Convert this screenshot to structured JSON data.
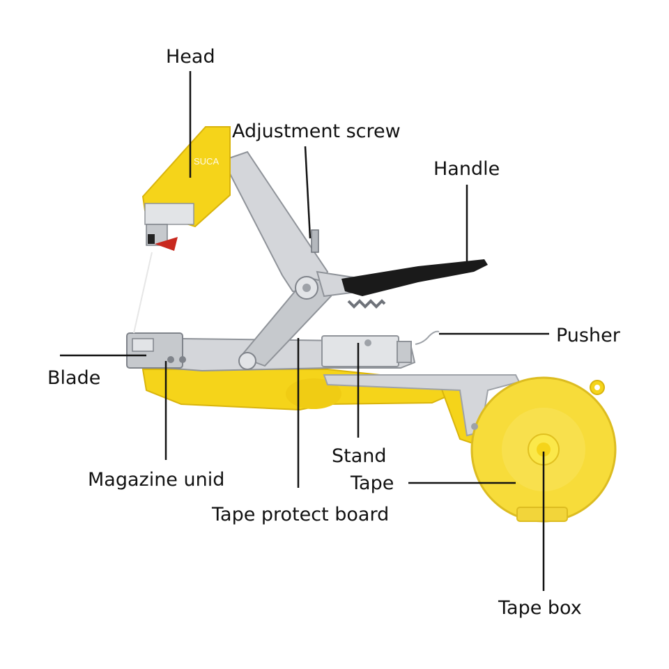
{
  "labels": {
    "head": "Head",
    "adjustment_screw": "Adjustment screw",
    "handle": "Handle",
    "pusher": "Pusher",
    "blade": "Blade",
    "stand": "Stand",
    "magazine_unid": "Magazine unid",
    "tape": "Tape",
    "tape_protect_board": "Tape protect board",
    "tape_box": "Tape box"
  },
  "head_imprint": "SUCA",
  "colors": {
    "leader_line": "#111111",
    "label_text": "#111111",
    "body_yellow": "#f5d41a",
    "body_yellow_dark": "#d9b40c",
    "tape_yellow": "#f7dc3a",
    "hub_yellow": "#fbe84a",
    "metal": "#d4d6da",
    "metal_dark": "#9ea2a8",
    "grip_black": "#1a1a1a",
    "red_tip": "#c8281e"
  },
  "icons": [
    "tapetool-illustration"
  ]
}
